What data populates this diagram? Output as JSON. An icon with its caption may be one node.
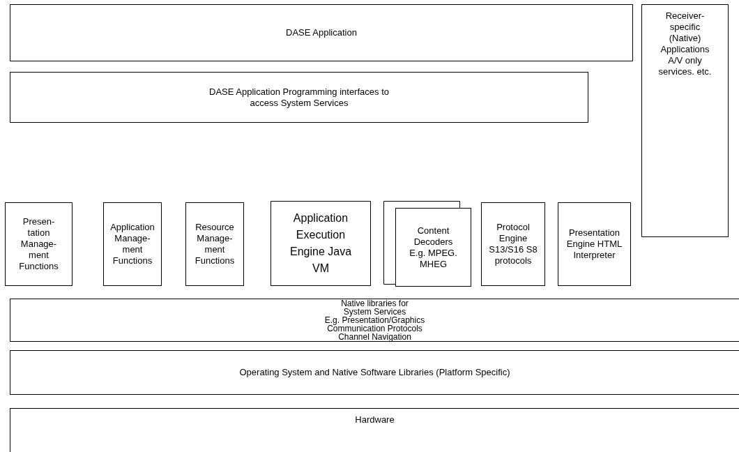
{
  "diagram": {
    "nodes": [
      {
        "text": [
          "DASE Application"
        ]
      },
      {
        "text": [
          "DASE Application Programming interfaces to access System Services"
        ]
      },
      {
        "text": [
          "Receiver-specific (Native) Applications A/V only services. etc."
        ]
      },
      {
        "text": [
          "Presen- tation Manage- ment Functions"
        ]
      },
      {
        "text": [
          "Application Manage- ment Functions"
        ]
      },
      {
        "text": [
          "Resource Manage- ment Functions"
        ]
      },
      {
        "text": [
          "Application Execution Engine Java VM"
        ]
      },
      {
        "text": [],
        "shape": "box"
      },
      {
        "text": [
          "Content Decoders E.g. MPEG. MHEG"
        ]
      },
      {
        "text": [
          "Protocol Engine S13/S16 S8 protocols"
        ]
      },
      {
        "text": [
          "Presentation Engine HTML Interpreter"
        ]
      },
      {
        "text": [
          "Native libraries for System Services",
          "E.g. Presentation/Graphics",
          "Communication Protocols",
          "Channel Navigation"
        ]
      },
      {
        "text": [
          "Operating System and Native Software Libraries (Platform Specific)"
        ]
      },
      {
        "text": [
          "Hardware"
        ]
      }
    ]
  }
}
